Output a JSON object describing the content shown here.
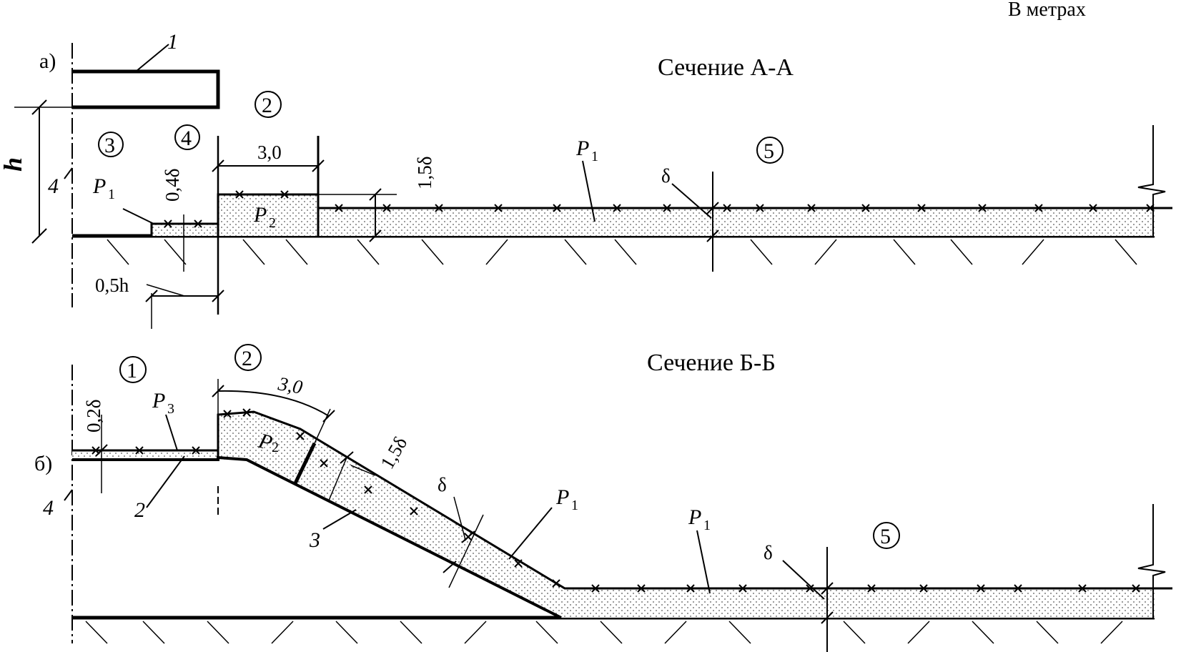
{
  "units_note": "В метрах",
  "part_a": {
    "marker": "а)",
    "section_title": "Сечение А-А",
    "zones": [
      "3",
      "4",
      "2",
      "5"
    ],
    "dims": {
      "height": "h",
      "width_main": "3,0",
      "half_h": "0,5h",
      "thin_layer": "0,4δ",
      "thick_layer": "1,5δ",
      "layer": "δ"
    },
    "labels": {
      "p1": "P",
      "p1_sub": "1",
      "p2": "P",
      "p2_sub": "2",
      "p1_right": "P",
      "p1_right_sub": "1"
    },
    "callouts": {
      "c1": "1",
      "c4": "4"
    }
  },
  "part_b": {
    "marker": "б)",
    "section_title": "Сечение Б-Б",
    "zones": [
      "1",
      "2",
      "5"
    ],
    "dims": {
      "width_main": "3,0",
      "thin_layer": "0,2δ",
      "thick_layer": "1,5δ",
      "layer": "δ",
      "layer_right": "δ"
    },
    "labels": {
      "p3": "P",
      "p3_sub": "3",
      "p2": "P",
      "p2_sub": "2",
      "p1_slope": "P",
      "p1_slope_sub": "1",
      "p1_flat": "P",
      "p1_flat_sub": "1"
    },
    "callouts": {
      "c2": "2",
      "c3": "3",
      "c4": "4"
    }
  }
}
